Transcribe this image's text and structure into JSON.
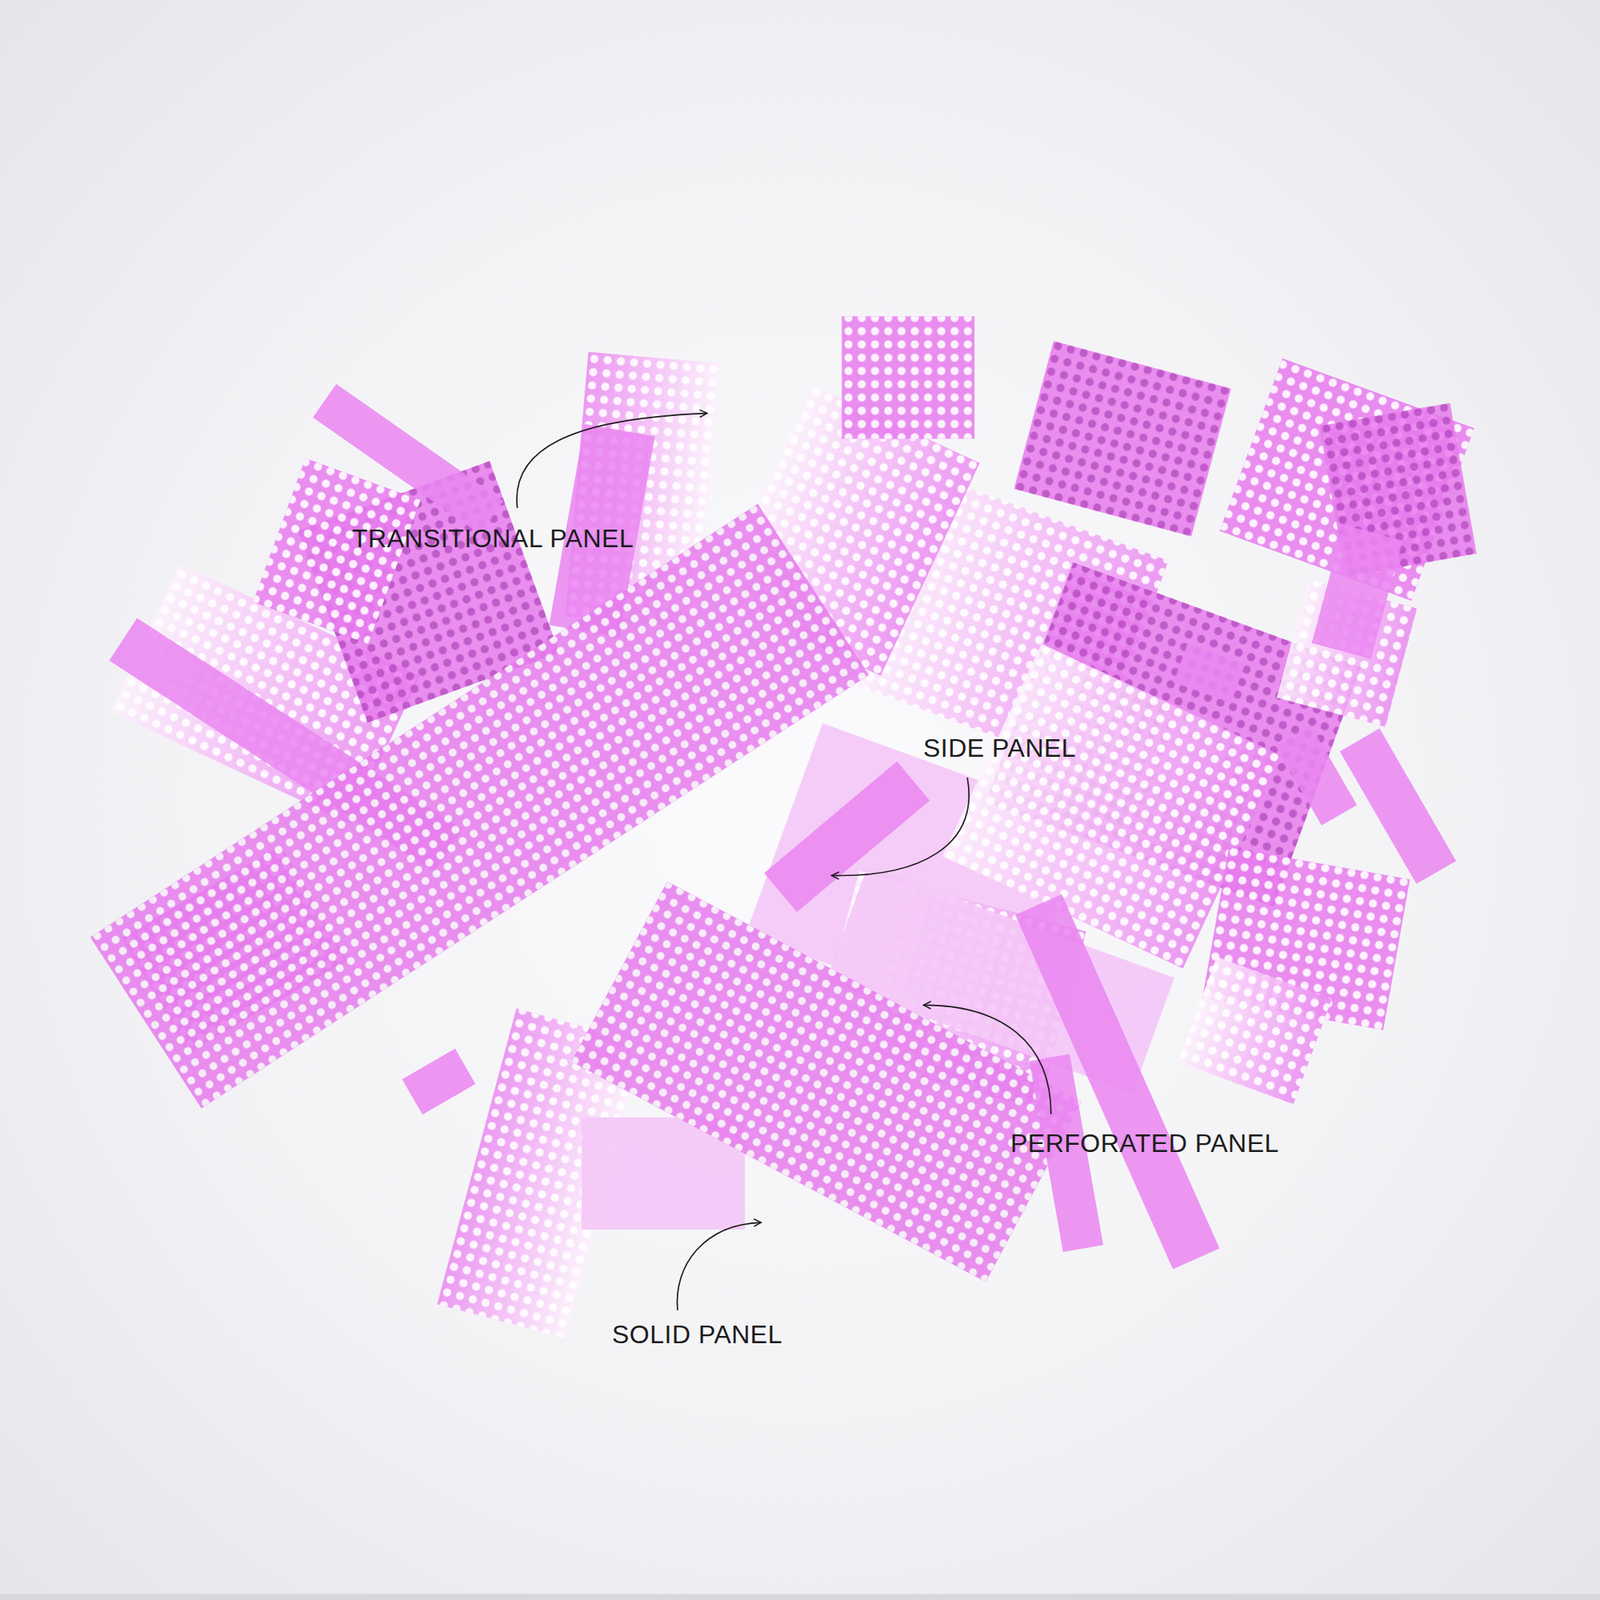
{
  "diagram": {
    "labels": [
      "TRANSITIONAL PANEL",
      "SIDE PANEL",
      "PERFORATED PANEL",
      "SOLID PANEL"
    ]
  }
}
